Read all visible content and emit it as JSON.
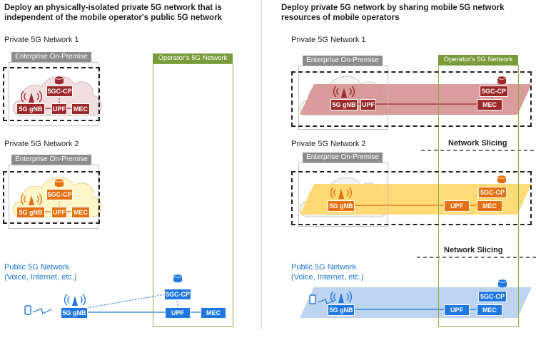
{
  "left": {
    "title_line1": "Deploy an physically-isolated private 5G network that is",
    "title_line2": "independent of the mobile operator's public 5G network",
    "net1_label": "Private 5G Network 1",
    "net2_label": "Private 5G Network 2",
    "enterprise_tab": "Enterprise On-Premise",
    "operator_tab": "Operator's 5G Network",
    "public_label_line1": "Public 5G Network",
    "public_label_line2": "(Voice, Internet, etc.)"
  },
  "right": {
    "title_line1": "Deploy private 5G network by sharing mobile 5G network",
    "title_line2": "resources of mobile operators",
    "net1_label": "Private 5G Network 1",
    "net2_label": "Private 5G Network 2",
    "enterprise_tab": "Enterprise On-Premise",
    "operator_tab": "Operator's 5G Network",
    "slicing_label": "Network Slicing",
    "public_label_line1": "Public 5G Network",
    "public_label_line2": "(Voice, Internet, etc.)"
  },
  "nodes": {
    "cp": "5GC-CP",
    "gnb": "5G gNB",
    "upf": "UPF",
    "mec": "MEC"
  },
  "colors": {
    "network1": "#9c2a2a",
    "network2": "#e5700e",
    "public": "#1f77e0",
    "operator": "#7a9b3a"
  }
}
